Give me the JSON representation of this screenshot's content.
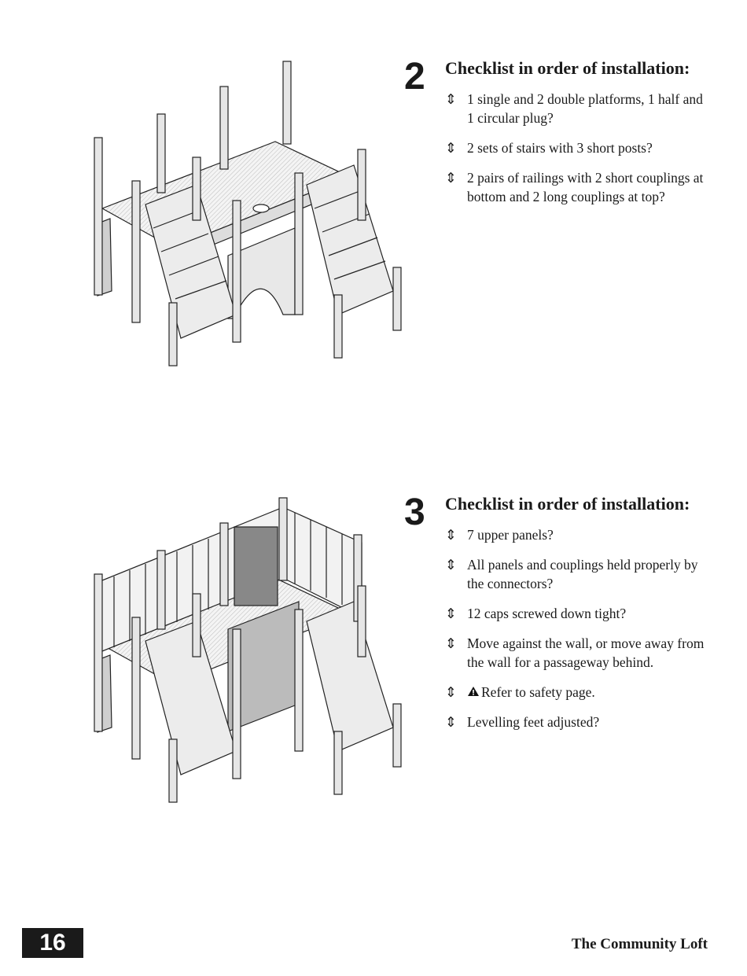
{
  "steps": [
    {
      "number": "2",
      "heading": "Checklist in order of installation:",
      "items": [
        "1 single and 2 double platforms, 1 half and 1 circular plug?",
        "2 sets of stairs with 3 short posts?",
        "2 pairs of railings with 2 short couplings at bottom and 2 long couplings at top?"
      ]
    },
    {
      "number": "3",
      "heading": "Checklist in order of installation:",
      "items": [
        "7 upper panels?",
        "All panels and couplings held properly by the connectors?",
        "12 caps screwed down tight?",
        "Move against the wall, or move away from the wall for a passageway behind.",
        "Refer to safety page.",
        "Levelling feet adjusted?"
      ]
    }
  ],
  "bullet_symbol": "⇕",
  "warning_icon": "warning-triangle-icon",
  "footer": {
    "page_number": "16",
    "title": "The Community Loft"
  }
}
